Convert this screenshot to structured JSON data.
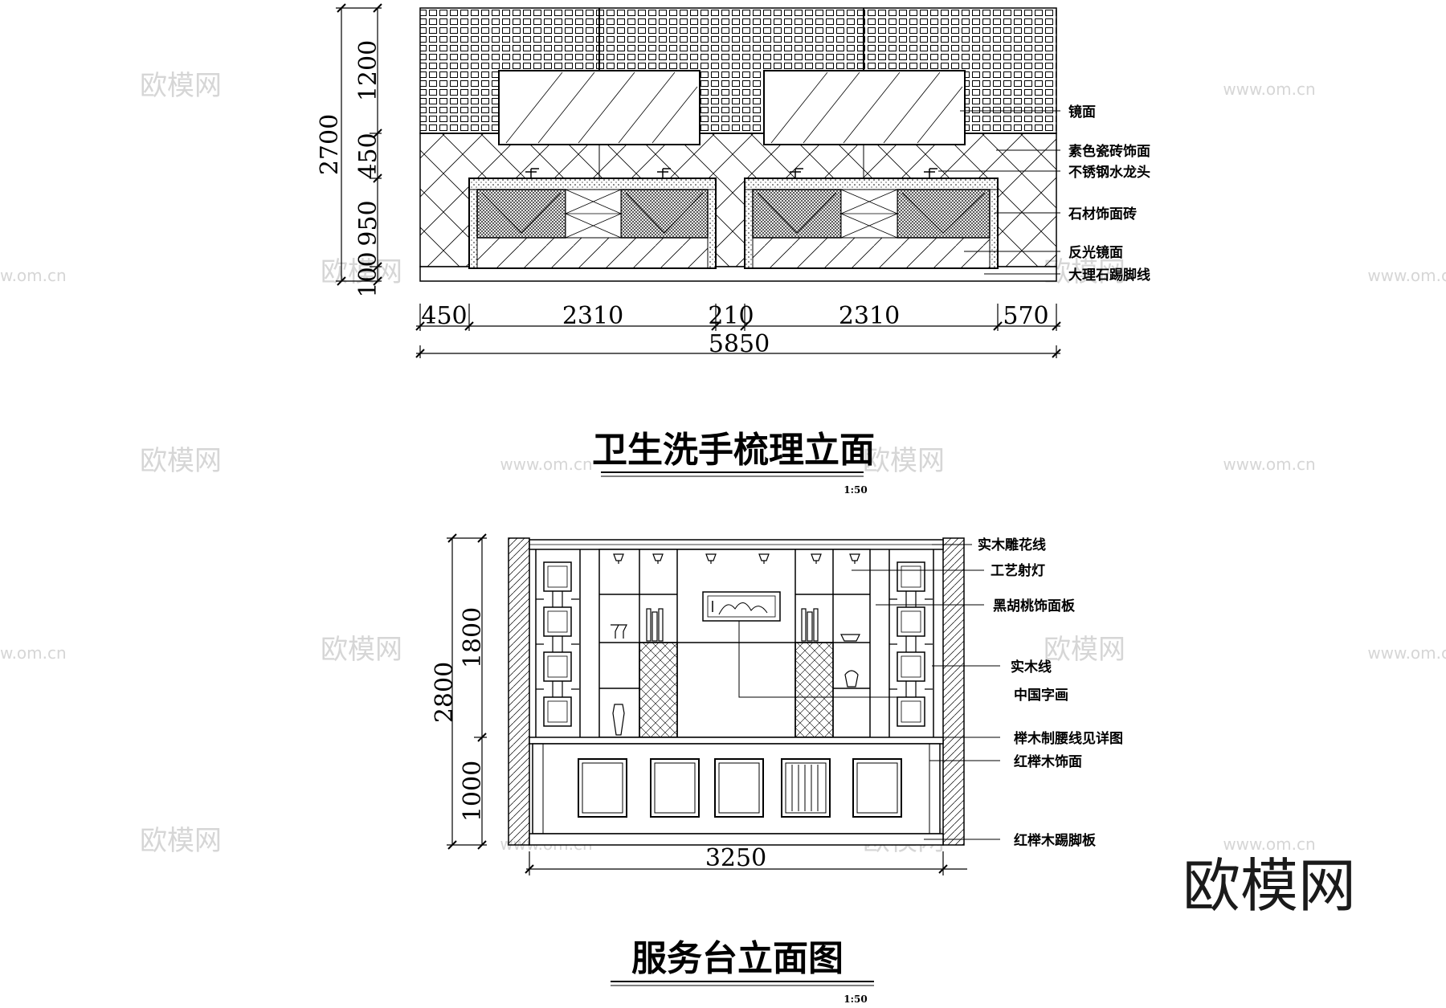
{
  "drawing1": {
    "title": "卫生洗手梳理立面",
    "scale": "1:50",
    "vertical_dims": [
      "2700",
      "1200",
      "450",
      "950",
      "100"
    ],
    "horizontal_dims": [
      "450",
      "2310",
      "210",
      "2310",
      "570"
    ],
    "total_width": "5850",
    "annotations": [
      "镜面",
      "素色瓷砖饰面",
      "不锈钢水龙头",
      "石材饰面砖",
      "反光镜面",
      "大理石踢脚线"
    ]
  },
  "drawing2": {
    "title": "服务台立面图",
    "scale": "1:50",
    "vertical_dims": [
      "2800",
      "1800",
      "1000"
    ],
    "total_width": "3250",
    "annotations": [
      "实木雕花线",
      "工艺射灯",
      "黑胡桃饰面板",
      "实木线",
      "中国字画",
      "榉木制腰线见详图",
      "红榉木饰面",
      "红榉木踢脚板"
    ]
  },
  "watermark": {
    "logo_text": "欧模网",
    "url_text": "www.om.cn"
  }
}
